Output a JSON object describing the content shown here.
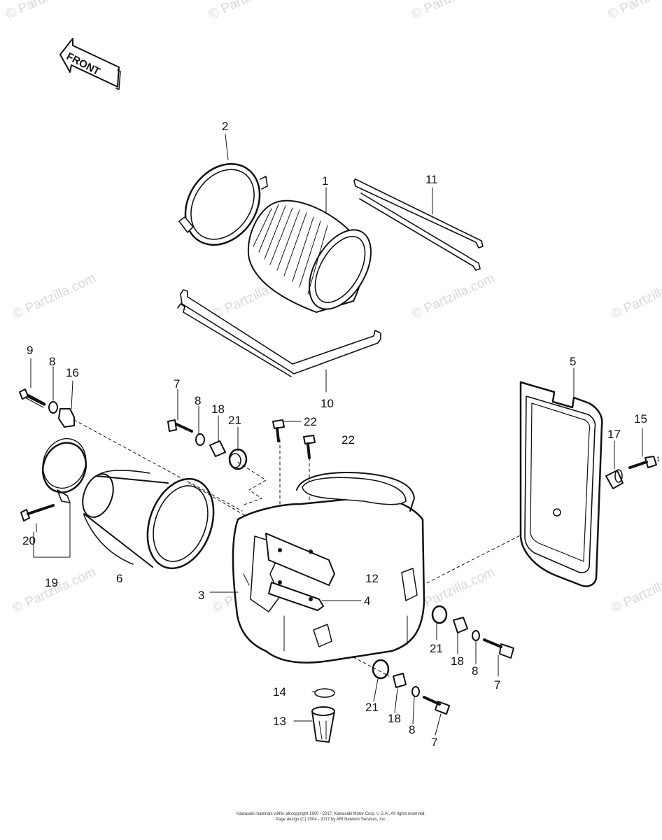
{
  "front_arrow": {
    "label": "FRONT"
  },
  "watermark": {
    "text": "© Partzilla.com"
  },
  "callouts": {
    "c1": "1",
    "c2": "2",
    "c3": "3",
    "c4": "4",
    "c5": "5",
    "c6": "6",
    "c7a": "7",
    "c7b": "7",
    "c7c": "7",
    "c8a": "8",
    "c8b": "8",
    "c8c": "8",
    "c8d": "8",
    "c9": "9",
    "c10": "10",
    "c11": "11",
    "c12": "12",
    "c13": "13",
    "c14": "14",
    "c15": "15",
    "c16": "16",
    "c17": "17",
    "c18a": "18",
    "c18b": "18",
    "c18c": "18",
    "c19": "19",
    "c20": "20",
    "c21a": "21",
    "c21b": "21",
    "c21c": "21",
    "c22a": "22",
    "c22b": "22",
    "c1edge": "1"
  },
  "footer": {
    "line1": "Kawasaki materials within all copyright 1900 - 2017. Kawasaki Motor Corp. U.S.A., All rights reserved.",
    "line2": "Page design (C) 2004 - 2017 by ARI Network Services, Inc."
  }
}
